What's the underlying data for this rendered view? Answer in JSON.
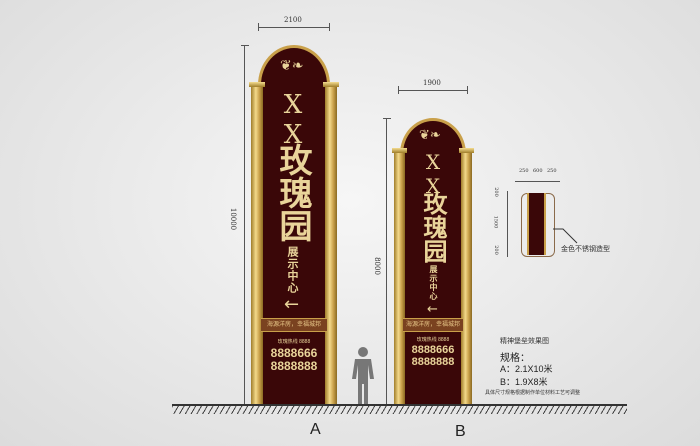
{
  "sign_a": {
    "width_dim": "2100",
    "height_dim": "10000",
    "xx": "XX",
    "name": "玫瑰园",
    "sub": "展示中心",
    "arrow": "←",
    "slogan": "海源洋房，幸福城邦",
    "hotline_label": "玫瑰热线 8888",
    "phone1": "8888666",
    "phone2": "8888888",
    "label": "A"
  },
  "sign_b": {
    "width_dim": "1900",
    "height_dim": "8000",
    "xx": "XX",
    "name": "玫瑰园",
    "sub": "展示中心",
    "arrow": "←",
    "slogan": "海源洋房，幸福城邦",
    "hotline_label": "玫瑰热线 8888",
    "phone1": "8888666",
    "phone2": "8888888",
    "label": "B"
  },
  "section": {
    "top_dims": [
      "250",
      "600",
      "250"
    ],
    "side_dims": [
      "200",
      "1500",
      "200"
    ],
    "callout": "金色不锈钢造型"
  },
  "notes": {
    "title": "精神堡垒效果图",
    "spec_title": "规格：",
    "spec_a": "A：2.1X10米",
    "spec_b": "B：1.9X8米",
    "footnote": "具体尺寸规格根据制作单位材料工艺可调整"
  },
  "colors": {
    "body": "#3a0708",
    "gold": "#e9d49a"
  }
}
